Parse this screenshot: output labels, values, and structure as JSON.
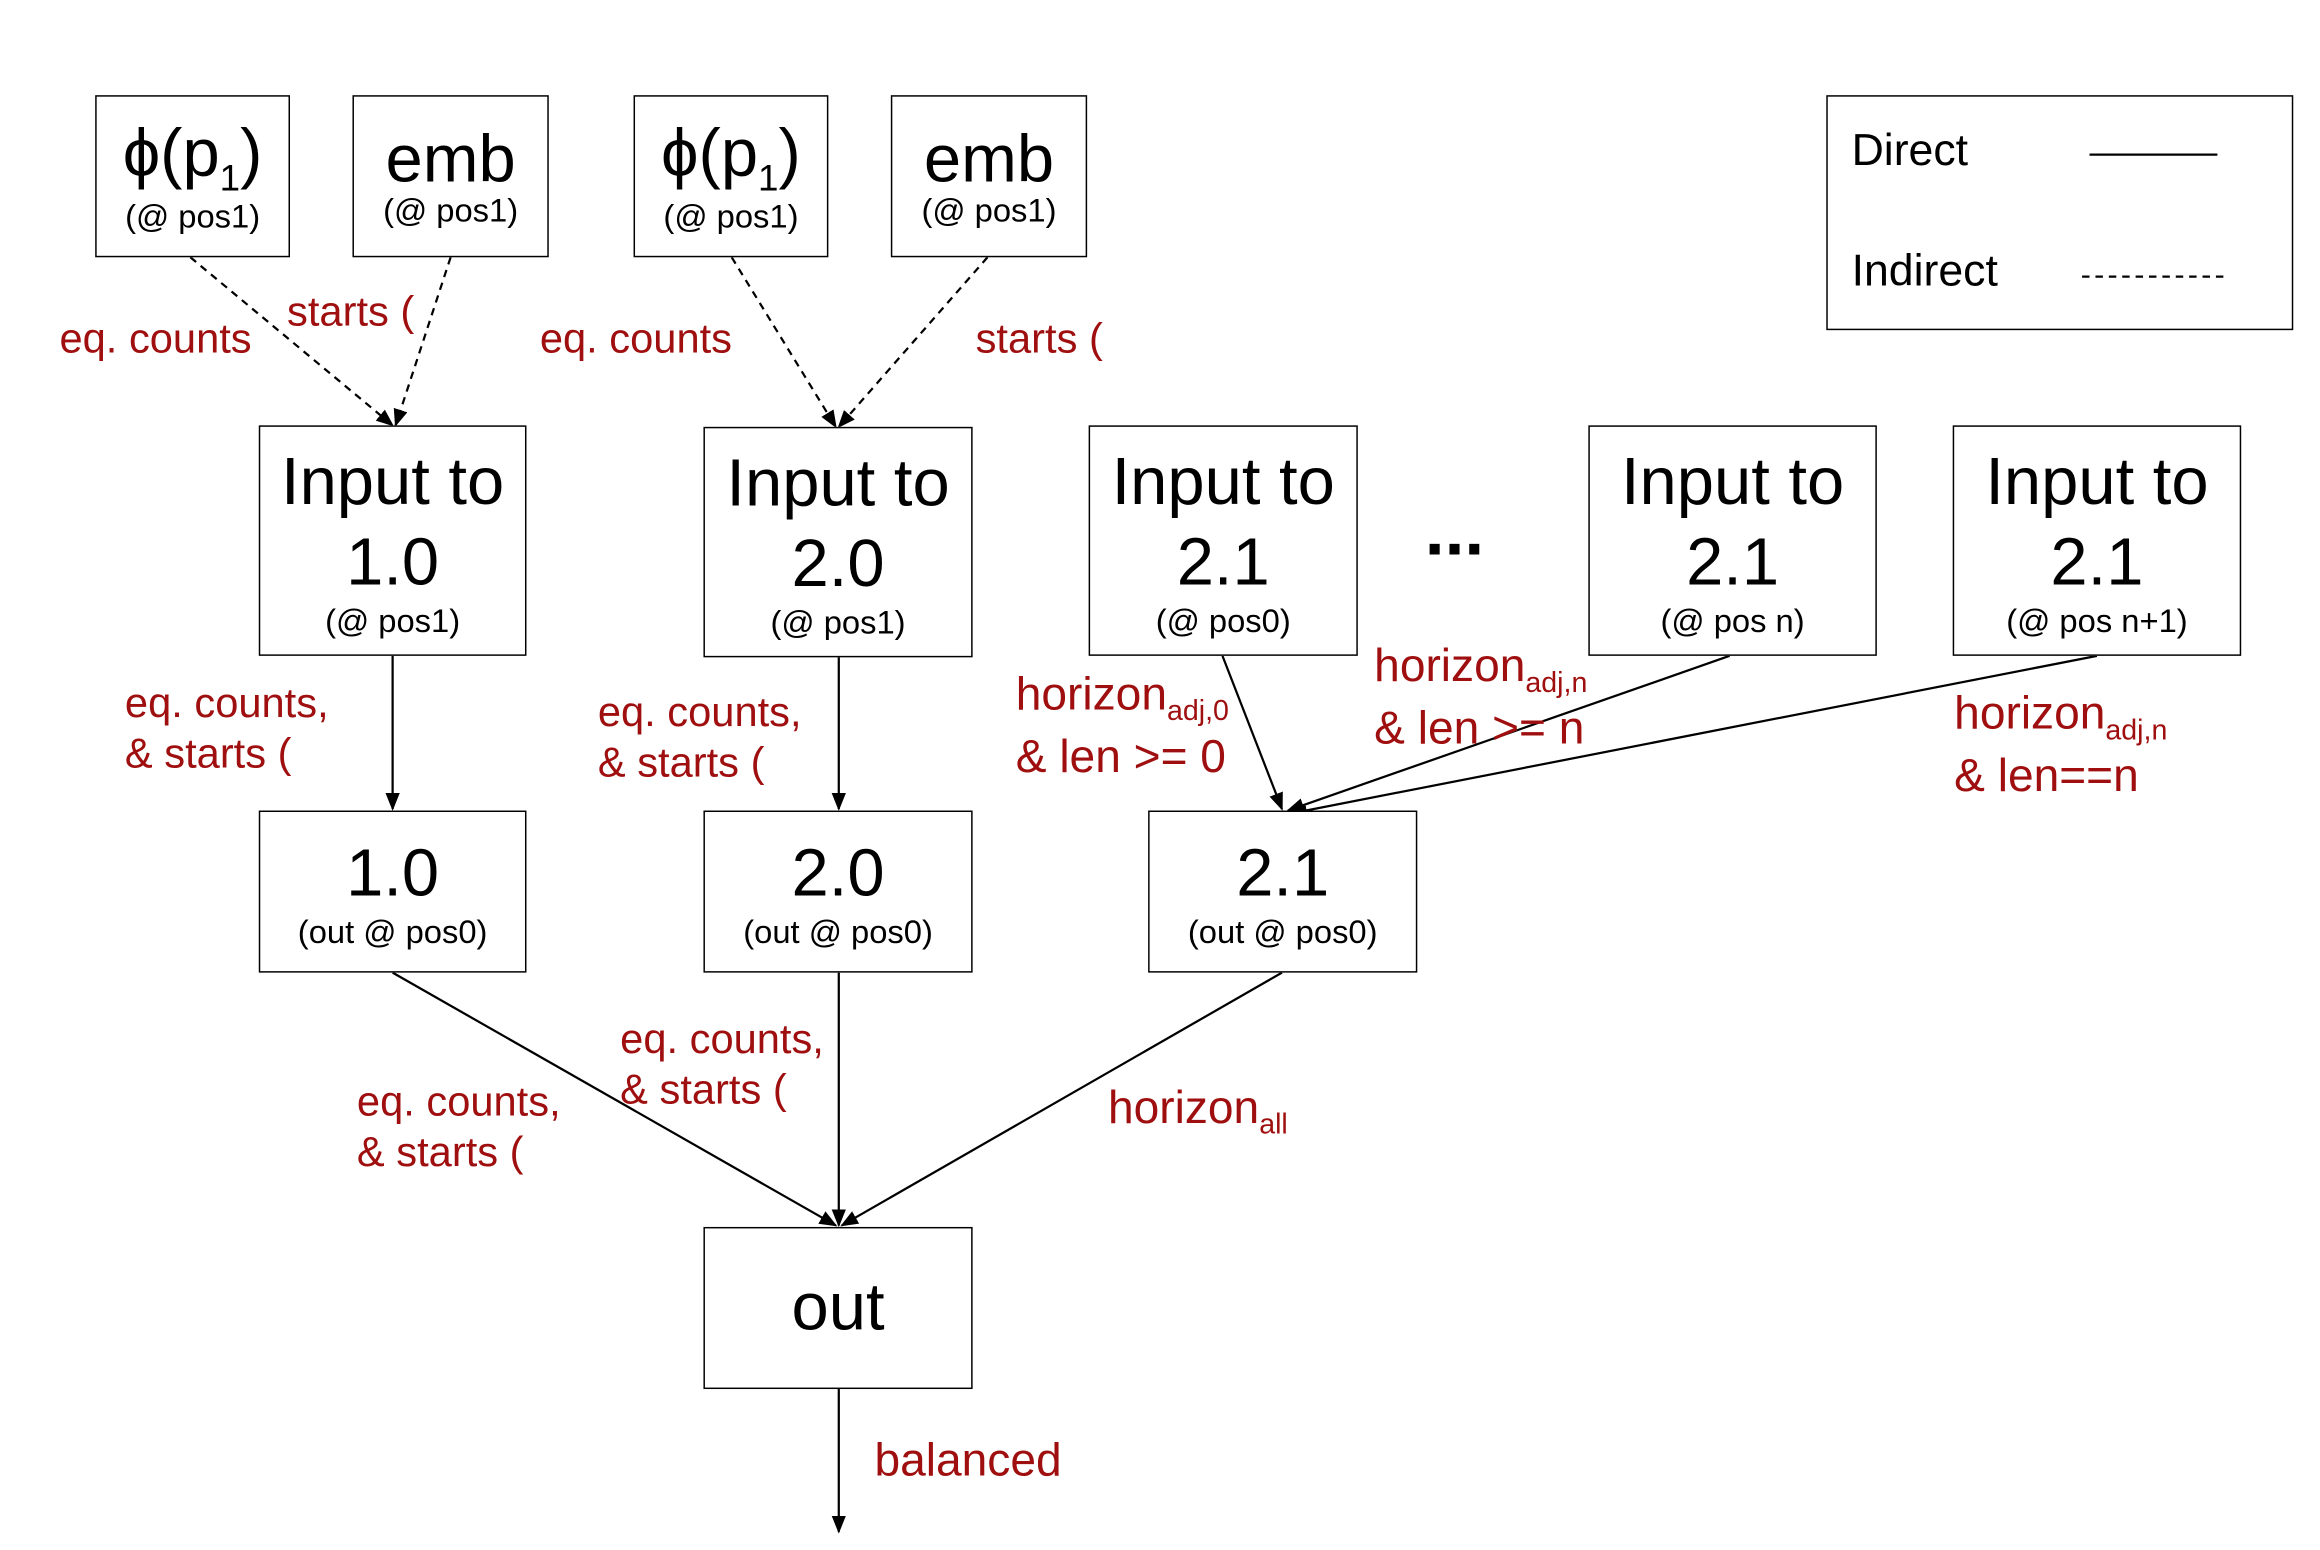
{
  "legend": {
    "direct": "Direct",
    "indirect": "Indirect"
  },
  "ellipsis": "...",
  "nodes": {
    "phi1": {
      "main": "ϕ(p",
      "sub": "1",
      "close": ")",
      "note": "(@ pos1)"
    },
    "emb1": {
      "main": "emb",
      "note": "(@ pos1)"
    },
    "phi2": {
      "main": "ϕ(p",
      "sub": "1",
      "close": ")",
      "note": "(@ pos1)"
    },
    "emb2": {
      "main": "emb",
      "note": "(@ pos1)"
    },
    "in10": {
      "line1": "Input to",
      "line2": "1.0",
      "note": "(@ pos1)"
    },
    "in20": {
      "line1": "Input to",
      "line2": "2.0",
      "note": "(@ pos1)"
    },
    "in21a": {
      "line1": "Input to",
      "line2": "2.1",
      "note": "(@ pos0)"
    },
    "in21b": {
      "line1": "Input to",
      "line2": "2.1",
      "note": "(@ pos n)"
    },
    "in21c": {
      "line1": "Input to",
      "line2": "2.1",
      "note": "(@ pos n+1)"
    },
    "h10": {
      "main": "1.0",
      "note": "(out @ pos0)"
    },
    "h20": {
      "main": "2.0",
      "note": "(out @ pos0)"
    },
    "h21": {
      "main": "2.1",
      "note": "(out @ pos0)"
    },
    "out": {
      "main": "out"
    }
  },
  "edge_labels": {
    "eq_counts_1": "eq. counts",
    "starts_1": "starts (",
    "eq_counts_2": "eq. counts",
    "starts_2": "starts (",
    "l10_a": "eq. counts,",
    "l10_b": "& starts (",
    "l20_a": "eq. counts,",
    "l20_b": "& starts (",
    "h_adj0_main": "horizon",
    "h_adj0_sub": "adj,0",
    "h_adj0_line2": "& len >= 0",
    "h_adjn_main": "horizon",
    "h_adjn_sub": "adj,n",
    "h_adjn_line2": "& len >= n",
    "h_adjn2_main": "horizon",
    "h_adjn2_sub": "adj,n",
    "h_adjn2_line2": "& len==n",
    "o10_a": "eq. counts,",
    "o10_b": "& starts (",
    "o20_a": "eq. counts,",
    "o20_b": "& starts (",
    "h_all_main": "horizon",
    "h_all_sub": "all",
    "balanced": "balanced"
  },
  "colors": {
    "label": "#a00f0f",
    "line": "#000000"
  }
}
